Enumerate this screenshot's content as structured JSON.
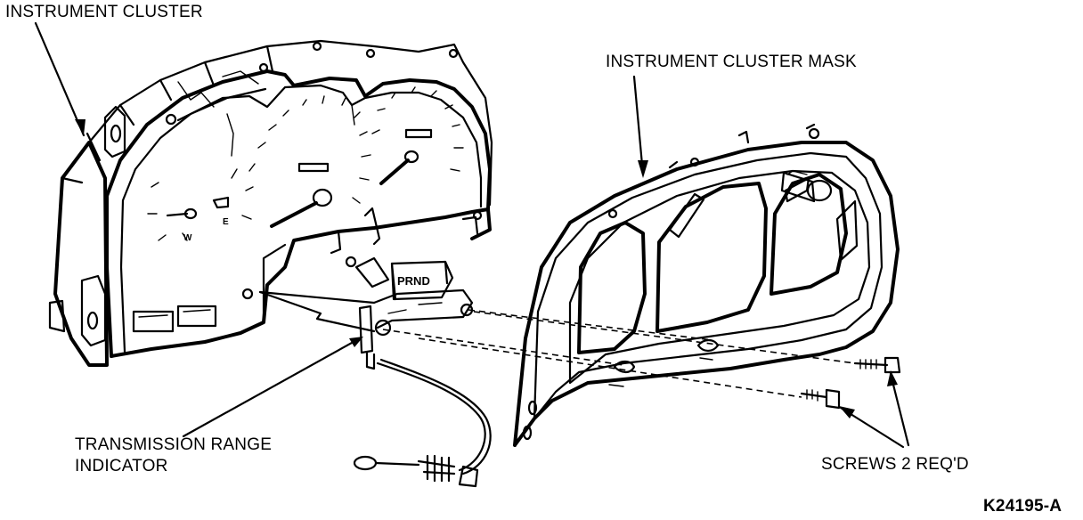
{
  "labels": {
    "instrument_cluster": "INSTRUMENT CLUSTER",
    "instrument_cluster_mask": "INSTRUMENT CLUSTER MASK",
    "transmission_range_indicator_line1": "TRANSMISSION RANGE",
    "transmission_range_indicator_line2": "INDICATOR",
    "screws": "SCREWS 2 REQ'D",
    "figure_id": "K24195-A",
    "indicator_prndl": "PRND"
  },
  "colors": {
    "ink": "#000000",
    "paper": "#ffffff"
  }
}
